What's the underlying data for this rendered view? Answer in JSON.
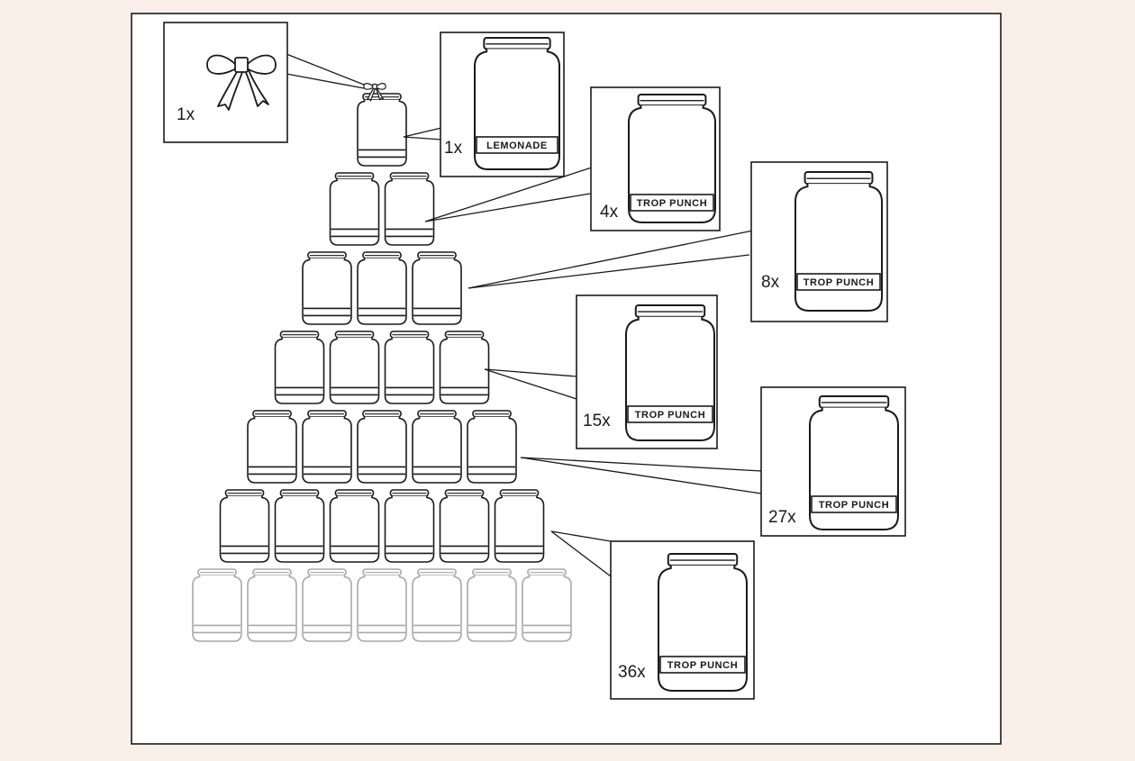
{
  "diagram": {
    "colors": {
      "background": "#f9efe8",
      "panel": "#ffffff",
      "ink": "#1a1a1a",
      "faded_ink": "#a8a8a8"
    },
    "pyramid_rows": [
      {
        "jars": 1,
        "style": "solid"
      },
      {
        "jars": 2,
        "style": "solid"
      },
      {
        "jars": 3,
        "style": "solid"
      },
      {
        "jars": 4,
        "style": "solid"
      },
      {
        "jars": 5,
        "style": "solid"
      },
      {
        "jars": 6,
        "style": "solid"
      },
      {
        "jars": 7,
        "style": "faded"
      }
    ],
    "callouts": [
      {
        "id": "bow",
        "count": "1x",
        "item": "bow",
        "label": ""
      },
      {
        "id": "lemonade",
        "count": "1x",
        "item": "jar",
        "label": "LEMONADE"
      },
      {
        "id": "trop-4",
        "count": "4x",
        "item": "jar",
        "label": "TROP PUNCH"
      },
      {
        "id": "trop-8",
        "count": "8x",
        "item": "jar",
        "label": "TROP PUNCH"
      },
      {
        "id": "trop-15",
        "count": "15x",
        "item": "jar",
        "label": "TROP PUNCH"
      },
      {
        "id": "trop-27",
        "count": "27x",
        "item": "jar",
        "label": "TROP PUNCH"
      },
      {
        "id": "trop-36",
        "count": "36x",
        "item": "jar",
        "label": "TROP PUNCH"
      }
    ]
  }
}
